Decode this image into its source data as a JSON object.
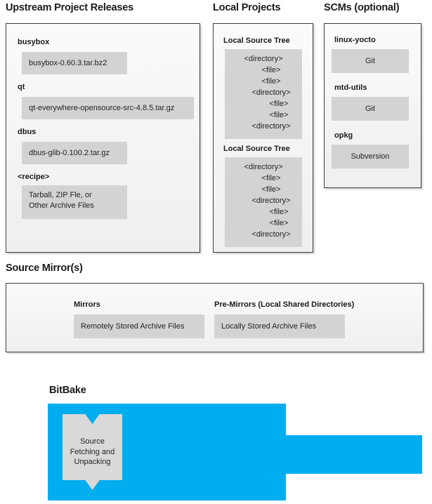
{
  "diagram": {
    "title": "BitBake source fetching and mirrors flow",
    "colors": {
      "arrow": "#a1c0dc",
      "bitbake": "#00adef",
      "box_fill": "#d3d3d3",
      "panel_border": "#3d3d3d"
    }
  },
  "columns": {
    "upstream": {
      "title": "Upstream Project Releases",
      "items": [
        {
          "label": "busybox",
          "value": "busybox-0.60.3.tar.bz2"
        },
        {
          "label": "qt",
          "value": "qt-everywhere-opensource-src-4.8.5.tar.gz"
        },
        {
          "label": "dbus",
          "value": "dbus-glib-0.100.2.tar.gz"
        },
        {
          "label": "<recipe>",
          "value_line1": "Tarball, ZIP Fle, or",
          "value_line2": "Other Archive Files"
        }
      ]
    },
    "local_projects": {
      "title": "Local Projects",
      "items": [
        {
          "label": "Local Source Tree",
          "tree": [
            "<directory>",
            "<file>",
            "<file>",
            "<directory>",
            "<file>",
            "<file>",
            "<directory>"
          ],
          "tree_levels": [
            0,
            1,
            1,
            1,
            2,
            2,
            1
          ]
        },
        {
          "label": "Local Source Tree",
          "tree": [
            "<directory>",
            "<file>",
            "<file>",
            "<directory>",
            "<file>",
            "<file>",
            "<directory>"
          ],
          "tree_levels": [
            0,
            1,
            1,
            1,
            2,
            2,
            1
          ]
        }
      ]
    },
    "scms": {
      "title": "SCMs (optional)",
      "items": [
        {
          "label": "linux-yocto",
          "value": "Git"
        },
        {
          "label": "mtd-utils",
          "value": "Git"
        },
        {
          "label": "opkg",
          "value": "Subversion"
        }
      ]
    }
  },
  "source_mirrors": {
    "title": "Source Mirror(s)",
    "items": [
      {
        "label": "Mirrors",
        "value": "Remotely Stored Archive Files"
      },
      {
        "label": "Pre-Mirrors (Local Shared Directories)",
        "value": "Locally Stored Archive Files"
      }
    ]
  },
  "bitbake": {
    "title": "BitBake",
    "task": {
      "line1": "Source",
      "line2": "Fetching and",
      "line3": "Unpacking"
    }
  },
  "arrows": [
    {
      "name": "upstream-to-mirrors"
    },
    {
      "name": "local-projects-to-mirrors"
    },
    {
      "name": "scms-to-mirrors"
    },
    {
      "name": "mirrors-to-bitbake"
    }
  ]
}
